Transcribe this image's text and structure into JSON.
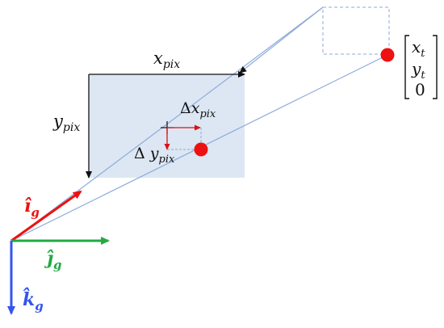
{
  "labels": {
    "x_pix_base": "x",
    "x_pix_sub": "pix",
    "y_pix_base": "y",
    "y_pix_sub": "pix",
    "delta_x_delta": "Δ",
    "delta_x_base": "x",
    "delta_x_sub": "pix",
    "delta_y_delta": "Δ ",
    "delta_y_base": "y",
    "delta_y_sub": "pix"
  },
  "vector": {
    "entries": [
      {
        "base": "x",
        "sub": "t"
      },
      {
        "base": "y",
        "sub": "t"
      },
      {
        "base": "0",
        "sub": ""
      }
    ]
  },
  "axes": {
    "i_base": "î",
    "i_sub": "g",
    "j_base": "ĵ",
    "j_sub": "g",
    "k_base": "k̂",
    "k_sub": "g"
  },
  "colors": {
    "image_fill": "#dce7f3",
    "ray": "#8eaadb",
    "dashed": "#8eaadb",
    "dot": "#ee1111",
    "i_axis": "#ee1111",
    "j_axis": "#22aa44",
    "k_axis": "#3355ee",
    "offset_arrow": "#dd1111",
    "dark": "#111111"
  }
}
